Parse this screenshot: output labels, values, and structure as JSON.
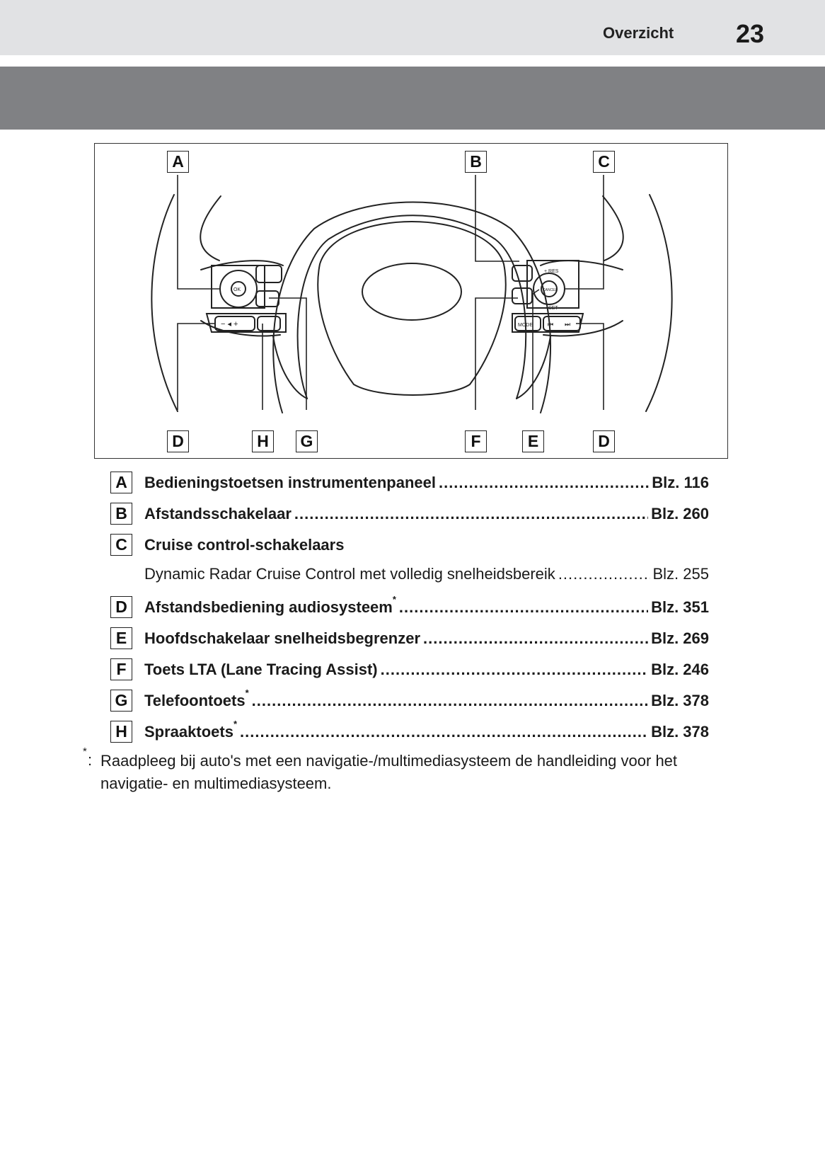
{
  "header": {
    "title": "Overzicht",
    "page_number": "23"
  },
  "figure": {
    "labels_top": [
      "A",
      "B",
      "C"
    ],
    "labels_bottom": [
      "D",
      "H",
      "G",
      "F",
      "E",
      "D"
    ],
    "controls": {
      "ok": "OK",
      "res": "+ RES",
      "set": "− SET",
      "cancel": "CANCEL",
      "mode": "MODE",
      "volume": "− ◂ +",
      "prev": "⏮",
      "next": "⏭"
    }
  },
  "legend": [
    {
      "key": "A",
      "text": "Bedieningstoetsen instrumentenpaneel",
      "star": "",
      "ref": "Blz. 116"
    },
    {
      "key": "B",
      "text": "Afstandsschakelaar",
      "star": "",
      "ref": "Blz. 260"
    },
    {
      "key": "C",
      "text": "Cruise control-schakelaars",
      "star": "",
      "ref": ""
    },
    {
      "key": "",
      "text": "Dynamic Radar Cruise Control met volledig snelheidsbereik",
      "star": "",
      "ref": "Blz. 255"
    },
    {
      "key": "D",
      "text": "Afstandsbediening audiosysteem",
      "star": "*",
      "ref": "Blz. 351"
    },
    {
      "key": "E",
      "text": "Hoofdschakelaar snelheidsbegrenzer",
      "star": "",
      "ref": "Blz. 269"
    },
    {
      "key": "F",
      "text": "Toets LTA (Lane Tracing Assist)",
      "star": "",
      "ref": "Blz. 246"
    },
    {
      "key": "G",
      "text": "Telefoontoets",
      "star": "*",
      "ref": "Blz. 378"
    },
    {
      "key": "H",
      "text": "Spraaktoets",
      "star": "*",
      "ref": "Blz. 378"
    }
  ],
  "footnote": {
    "mark": "*",
    "colon": ":",
    "text": "Raadpleeg bij auto's met een navigatie-/multimediasysteem de handleiding voor het navigatie- en multimediasysteem."
  }
}
